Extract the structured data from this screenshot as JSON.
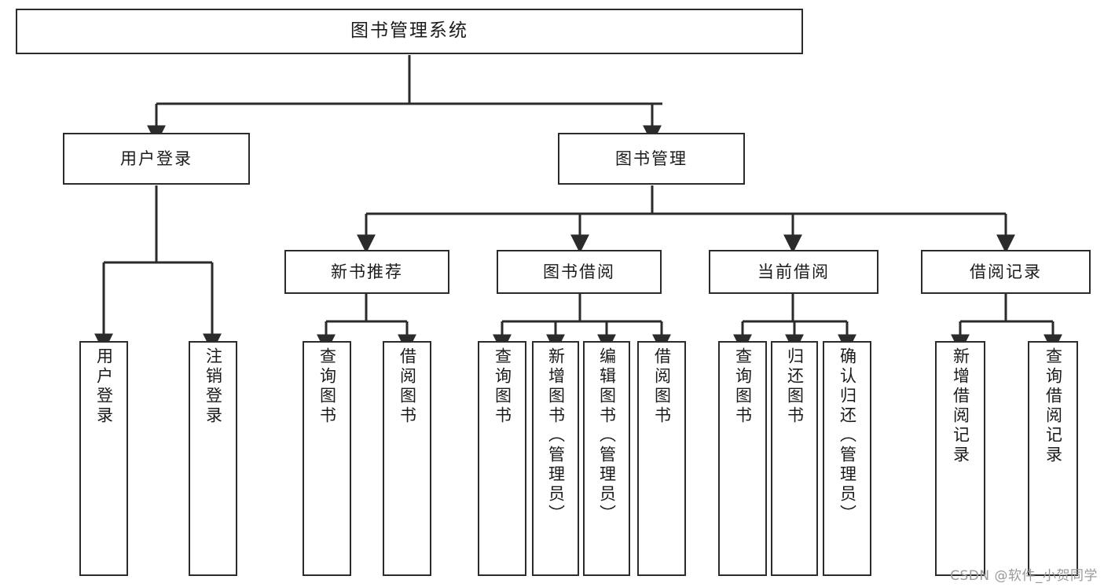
{
  "diagram": {
    "title": "图书管理系统",
    "type": "tree-hierarchy-chart",
    "watermark": "CSDN @软件_小贺同学",
    "line_color": "#2b2b2b",
    "box_fill": "#ffffff",
    "text_color": "#1b1b1b"
  },
  "nodes": {
    "root": {
      "label": "图书管理系统"
    },
    "level2": [
      {
        "label": "用户登录"
      },
      {
        "label": "图书管理"
      }
    ],
    "level3": [
      {
        "label": "新书推荐"
      },
      {
        "label": "图书借阅"
      },
      {
        "label": "当前借阅"
      },
      {
        "label": "借阅记录"
      }
    ],
    "leaves": {
      "user_login": [
        {
          "label": "用户登录"
        },
        {
          "label": "注销登录"
        }
      ],
      "new_book_recommend": [
        {
          "label": "查询图书"
        },
        {
          "label": "借阅图书"
        }
      ],
      "book_borrow": [
        {
          "label": "查询图书"
        },
        {
          "label": "新增图书（管理员）"
        },
        {
          "label": "编辑图书（管理员）"
        },
        {
          "label": "借阅图书"
        }
      ],
      "current_borrow": [
        {
          "label": "查询图书"
        },
        {
          "label": "归还图书"
        },
        {
          "label": "确认归还（管理员）"
        }
      ],
      "borrow_record": [
        {
          "label": "新增借阅记录"
        },
        {
          "label": "查询借阅记录"
        }
      ]
    }
  }
}
